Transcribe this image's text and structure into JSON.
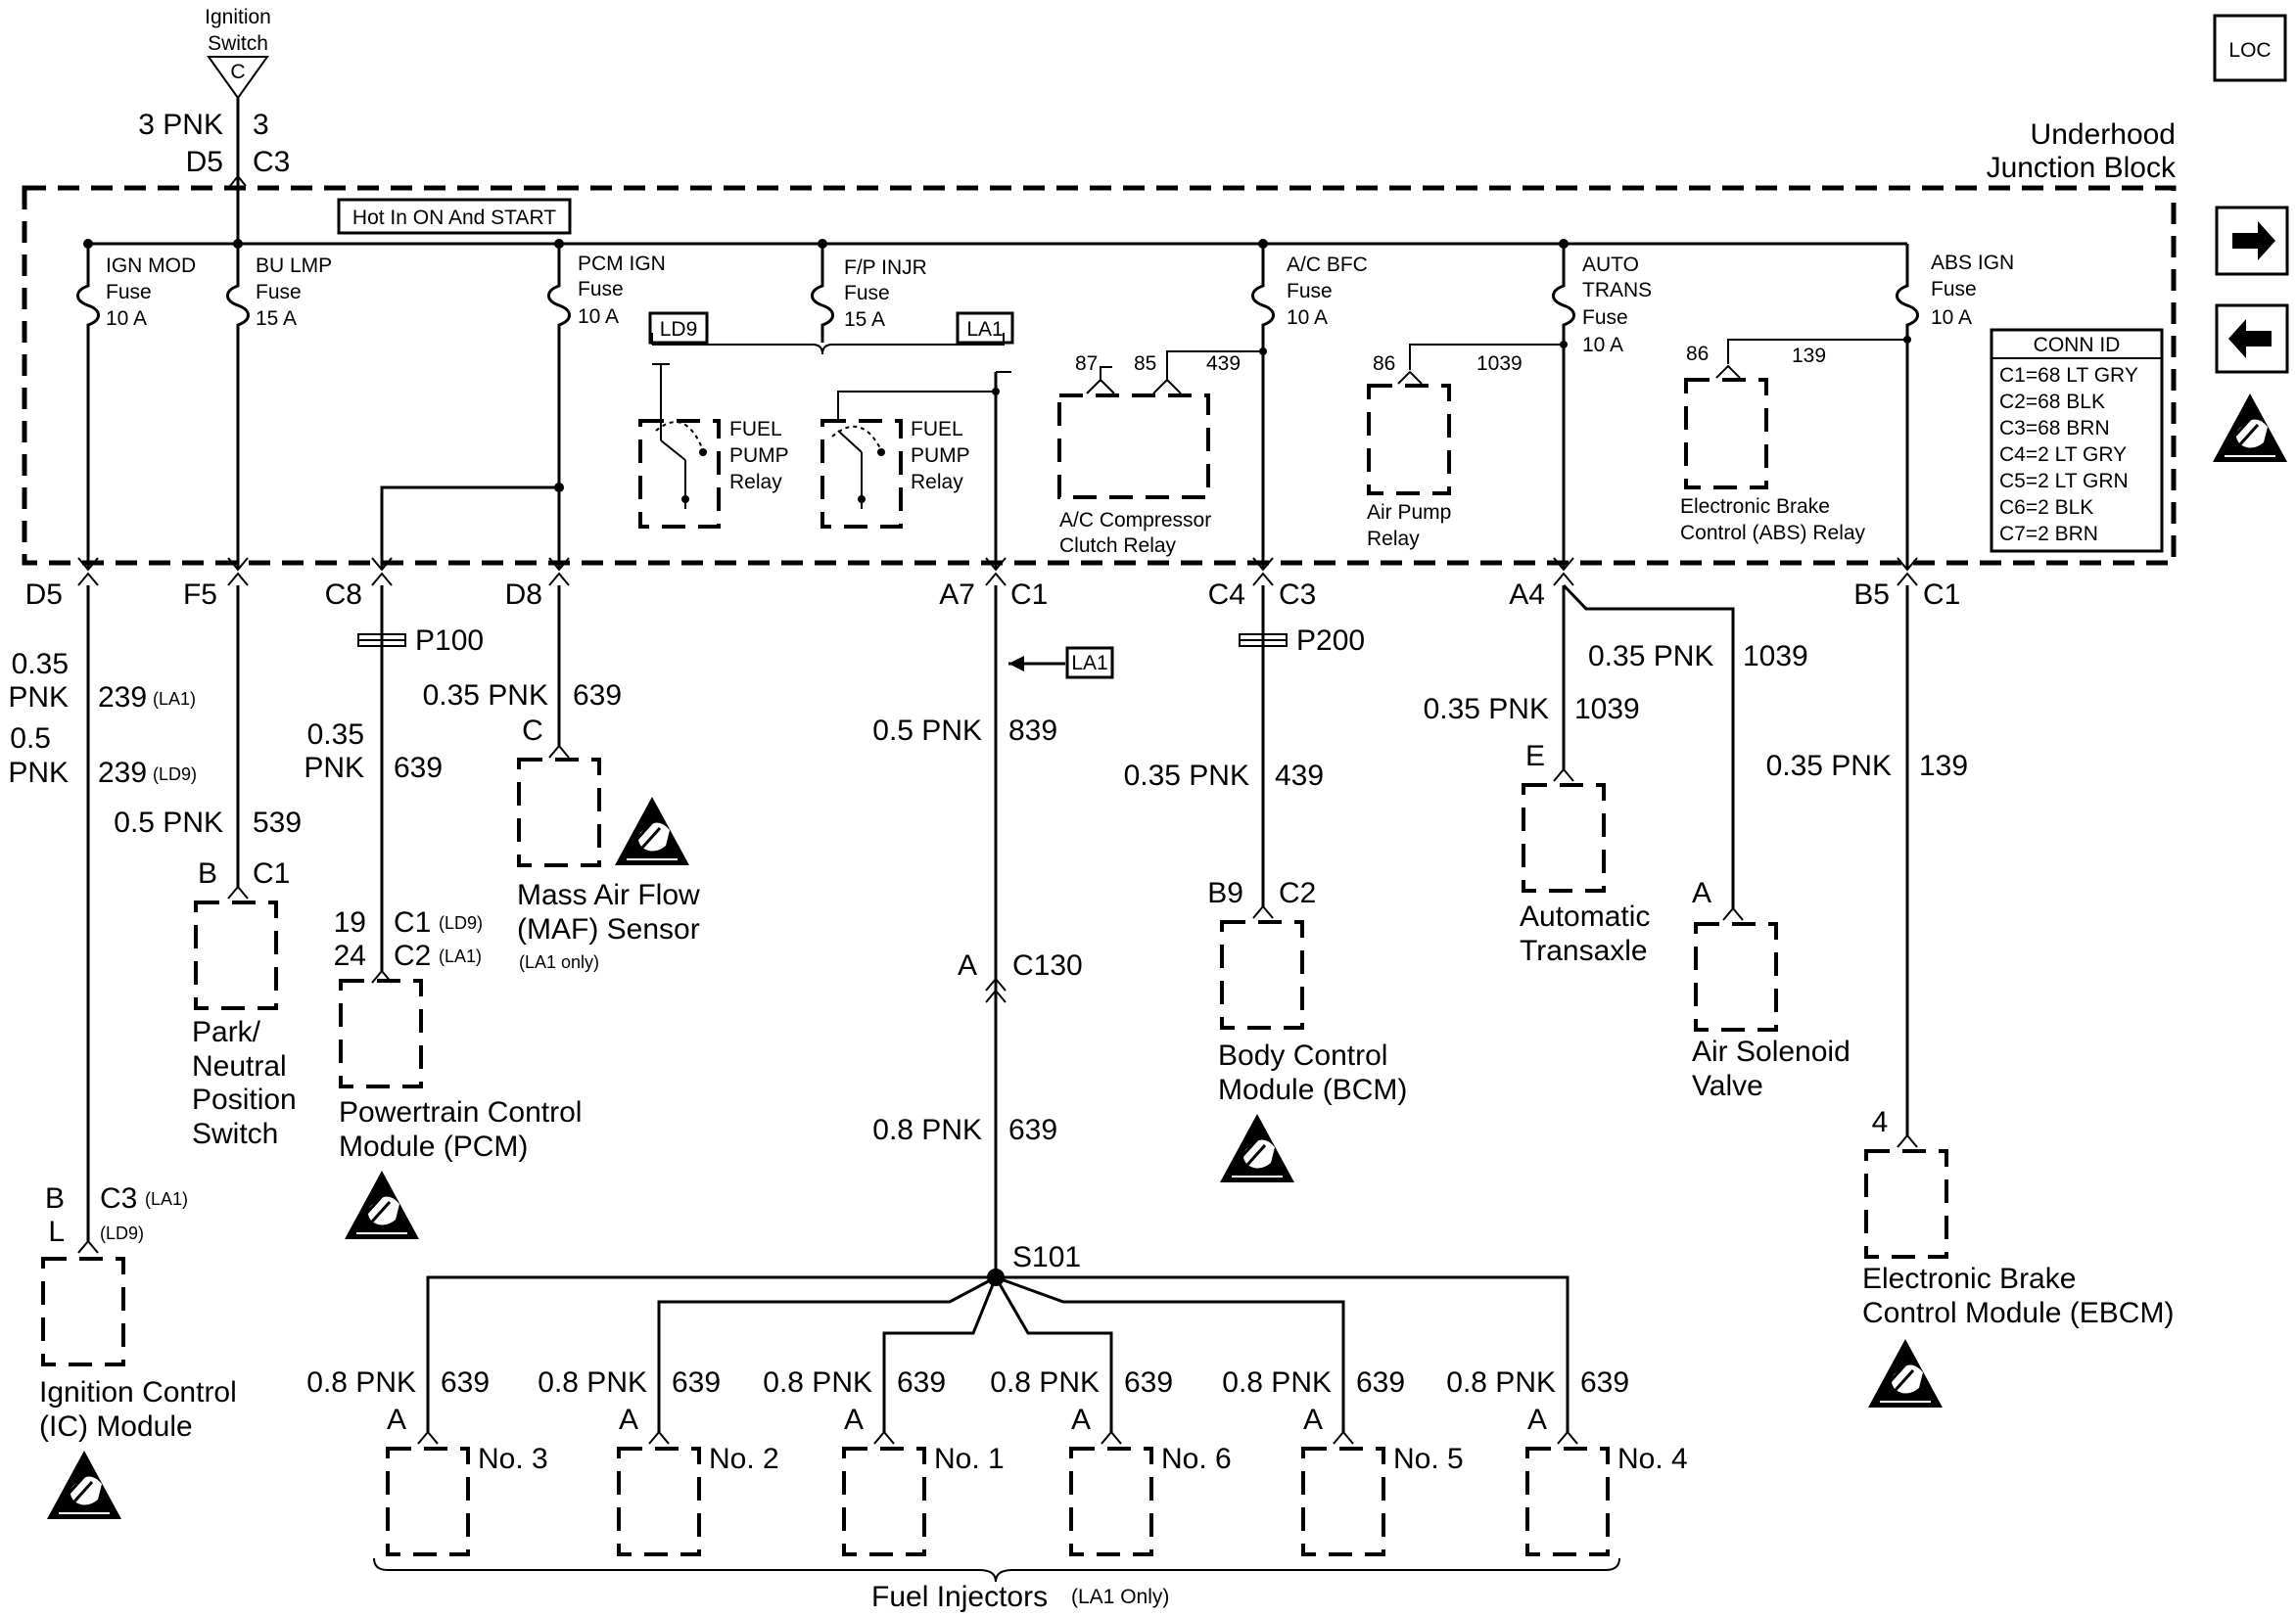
{
  "header": {
    "ignition_switch": [
      "Ignition",
      "Switch"
    ],
    "switch_letter": "C",
    "feed_wire_left": "3 PNK",
    "feed_wire_right": "3",
    "feed_conn_left": "D5",
    "feed_conn_right": "C3",
    "block_title": [
      "Underhood",
      "Junction Block"
    ],
    "hot_label": "Hot In ON And START",
    "loc_label": "LOC"
  },
  "fuses": [
    {
      "name": [
        "IGN MOD",
        "Fuse",
        "10 A"
      ]
    },
    {
      "name": [
        "BU LMP",
        "Fuse",
        "15 A"
      ]
    },
    {
      "name": [
        "PCM IGN",
        "Fuse",
        "10 A"
      ]
    },
    {
      "name": [
        "F/P INJR",
        "Fuse",
        "15 A"
      ]
    },
    {
      "name": [
        "A/C BFC",
        "Fuse",
        "10 A"
      ]
    },
    {
      "name": [
        "AUTO",
        "TRANS",
        "Fuse",
        "10 A"
      ]
    },
    {
      "name": [
        "ABS IGN",
        "Fuse",
        "10 A"
      ]
    }
  ],
  "relays": {
    "ld9_tag": "LD9",
    "la1_tag": "LA1",
    "fuel_pump_1": [
      "FUEL",
      "PUMP",
      "Relay"
    ],
    "fuel_pump_2": [
      "FUEL",
      "PUMP",
      "Relay"
    ],
    "ac_pins": [
      "87",
      "85",
      "439"
    ],
    "ac_relay": [
      "A/C Compressor",
      "Clutch Relay"
    ],
    "air_pins": [
      "86",
      "1039"
    ],
    "air_relay": [
      "Air Pump",
      "Relay"
    ],
    "abs_pins": [
      "86",
      "139"
    ],
    "abs_relay": [
      "Electronic Brake",
      "Control (ABS) Relay"
    ]
  },
  "conn_id": {
    "title": "CONN ID",
    "rows": [
      "C1=68 LT GRY",
      "C2=68 BLK",
      "C3=68 BRN",
      "C4=2 LT GRY",
      "C5=2 LT GRN",
      "C6=2 BLK",
      "C7=2 BRN"
    ]
  },
  "block_pins": {
    "p1": "D5",
    "p2": "F5",
    "p3": "C8",
    "p4": "D8",
    "p5a": "A7",
    "p5b": "C1",
    "p6a": "C4",
    "p6b": "C3",
    "p7": "A4",
    "p8a": "B5",
    "p8b": "C1"
  },
  "circuits": {
    "ic1_color": [
      "0.35",
      "PNK"
    ],
    "ic1_num": "239",
    "ic1_opt": "(LA1)",
    "ic2_color": [
      "0.5",
      "PNK"
    ],
    "ic2_num": "239",
    "ic2_opt": "(LD9)",
    "pn_wire": "0.5 PNK",
    "pn_num": "539",
    "pn_conn_a": "B",
    "pn_conn_b": "C1",
    "pcm_splice": "P100",
    "pcm_color": [
      "0.35",
      "PNK"
    ],
    "pcm_num": "639",
    "pcm_pin1": "19",
    "pcm_conn1": "C1",
    "pcm_opt1": "(LD9)",
    "pcm_pin2": "24",
    "pcm_conn2": "C2",
    "pcm_opt2": "(LA1)",
    "maf_wire": "0.35 PNK",
    "maf_num": "639",
    "maf_pin": "C",
    "la1_arrow": "LA1",
    "inj_wire1": "0.5 PNK",
    "inj_num1": "839",
    "c130_pin": "A",
    "c130": "C130",
    "inj_wire2": "0.8 PNK",
    "inj_num2": "639",
    "splice": "S101",
    "bcm_splice": "P200",
    "bcm_wire": "0.35 PNK",
    "bcm_num": "439",
    "bcm_pin": "B9",
    "bcm_conn": "C2",
    "air_wire": "0.35 PNK",
    "air_num": "1039",
    "trans_wire": "0.35 PNK",
    "trans_num": "1039",
    "trans_pin": "E",
    "sol_pin": "A",
    "ebcm_wire": "0.35 PNK",
    "ebcm_num": "139",
    "ebcm_pin": "4",
    "ic_pin1": "B",
    "ic_conn1": "C3",
    "ic_opt1": "(LA1)",
    "ic_pin2": "L",
    "ic_opt2": "(LD9)"
  },
  "components": {
    "ic": [
      "Ignition Control",
      "(IC) Module"
    ],
    "pn": [
      "Park/",
      "Neutral",
      "Position",
      "Switch"
    ],
    "pcm": [
      "Powertrain Control",
      "Module (PCM)"
    ],
    "maf": [
      "Mass Air Flow",
      "(MAF) Sensor"
    ],
    "maf_note": "(LA1 only)",
    "bcm": [
      "Body Control",
      "Module (BCM)"
    ],
    "trans": [
      "Automatic",
      "Transaxle"
    ],
    "sol": [
      "Air Solenoid",
      "Valve"
    ],
    "ebcm": [
      "Electronic Brake",
      "Control Module (EBCM)"
    ]
  },
  "injectors": {
    "items": [
      {
        "wire": "0.8 PNK",
        "num": "639",
        "pin": "A",
        "label": "No. 3"
      },
      {
        "wire": "0.8 PNK",
        "num": "639",
        "pin": "A",
        "label": "No. 2"
      },
      {
        "wire": "0.8 PNK",
        "num": "639",
        "pin": "A",
        "label": "No. 1"
      },
      {
        "wire": "0.8 PNK",
        "num": "639",
        "pin": "A",
        "label": "No. 6"
      },
      {
        "wire": "0.8 PNK",
        "num": "639",
        "pin": "A",
        "label": "No. 5"
      },
      {
        "wire": "0.8 PNK",
        "num": "639",
        "pin": "A",
        "label": "No. 4"
      }
    ],
    "title": "Fuel Injectors",
    "note": "(LA1 Only)"
  }
}
